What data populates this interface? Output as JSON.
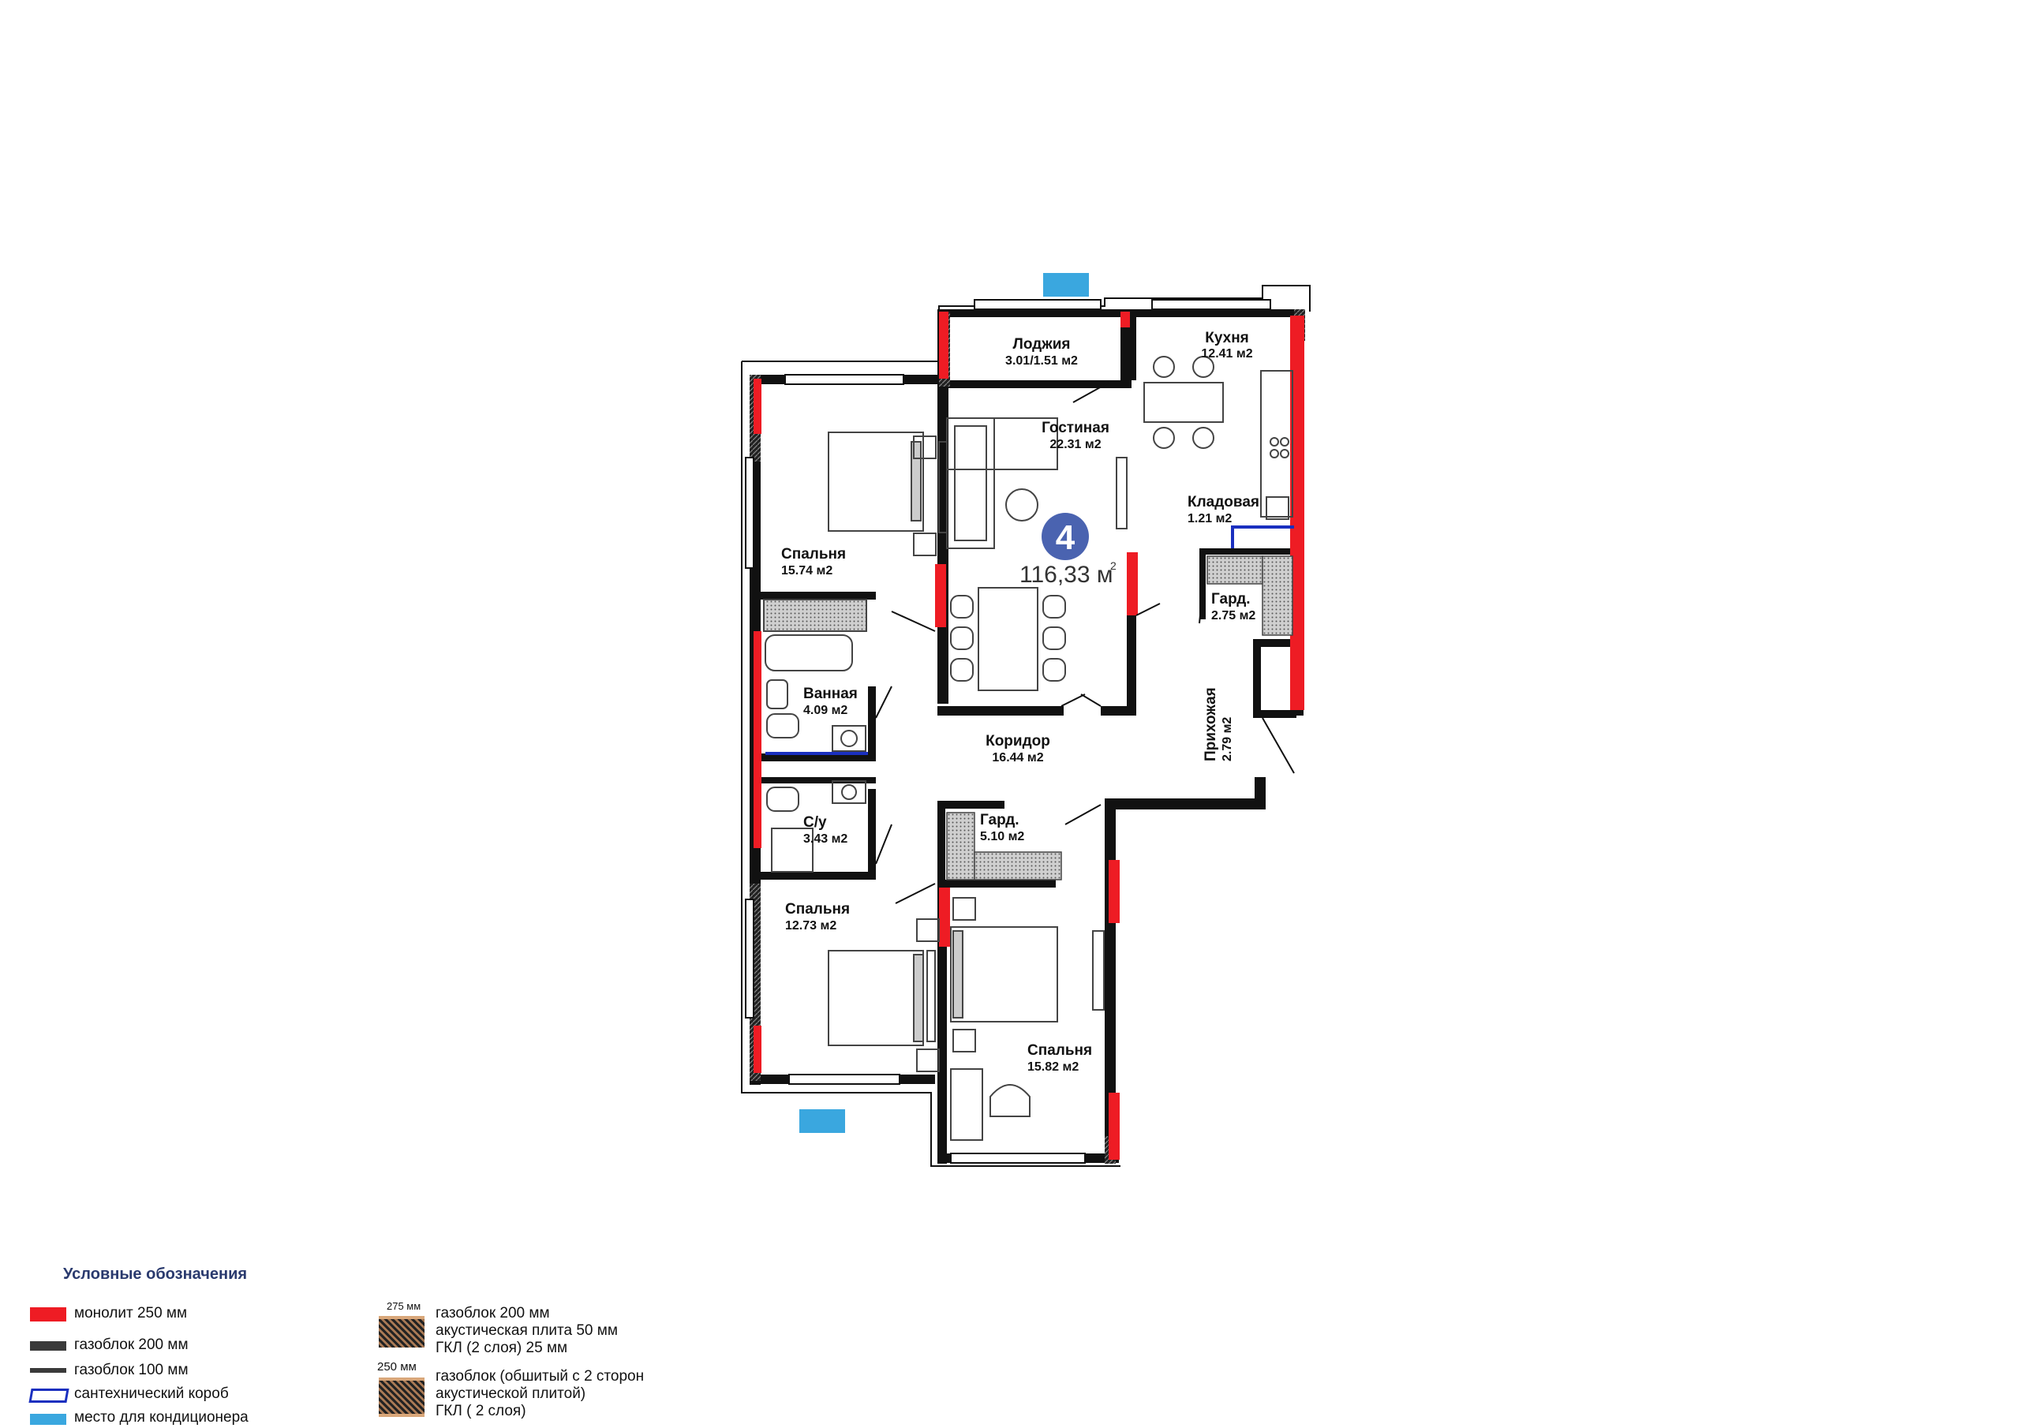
{
  "apartment": {
    "number": "4",
    "total_area": "116,33 м",
    "area_superscript": "2"
  },
  "rooms": {
    "loggia": {
      "name": "Лоджия",
      "area": "3.01/1.51 м2"
    },
    "kitchen": {
      "name": "Кухня",
      "area": "12.41 м2"
    },
    "living": {
      "name": "Гостиная",
      "area": "22.31 м2"
    },
    "pantry": {
      "name": "Кладовая",
      "area": "1.21 м2"
    },
    "wardrobe_1": {
      "name": "Гард.",
      "area": "2.75 м2"
    },
    "hallway": {
      "name": "Прихожая",
      "area": "2.79 м2"
    },
    "bedroom_1": {
      "name": "Спальня",
      "area": "15.74 м2"
    },
    "bathroom": {
      "name": "Ванная",
      "area": "4.09 м2"
    },
    "corridor": {
      "name": "Коридор",
      "area": "16.44 м2"
    },
    "wc": {
      "name": "С/у",
      "area": "3.43 м2"
    },
    "wardrobe_2": {
      "name": "Гард.",
      "area": "5.10 м2"
    },
    "bedroom_2": {
      "name": "Спальня",
      "area": "12.73 м2"
    },
    "bedroom_3": {
      "name": "Спальня",
      "area": "15.82 м2"
    }
  },
  "legend": {
    "title": "Условные обозначения",
    "items": [
      {
        "label": "монолит 250 мм",
        "color": "#ee1c24"
      },
      {
        "label": "газоблок 200 мм",
        "color": "#3a3a3a"
      },
      {
        "label": "газоблок 100 мм",
        "color": "#3a3a3a"
      },
      {
        "label": "сантехнический короб",
        "color": "#1a2fbf"
      },
      {
        "label": "место для кондиционера",
        "color": "#3aa7df"
      }
    ],
    "acoustic_1": {
      "dim": "275 мм",
      "lines": [
        "газоблок 200 мм",
        "акустическая плита 50 мм",
        "ГКЛ (2 слоя) 25 мм"
      ]
    },
    "acoustic_2": {
      "dim": "250 мм",
      "lines": [
        "газоблок (обшитый с 2 сторон",
        "акустической плитой)",
        "ГКЛ ( 2 слоя)"
      ]
    }
  },
  "colors": {
    "monolith": "#ee1c24",
    "wall": "#111111",
    "sanitary": "#1a2fbf",
    "ac": "#3aa7df",
    "badge": "#4a63b0"
  }
}
